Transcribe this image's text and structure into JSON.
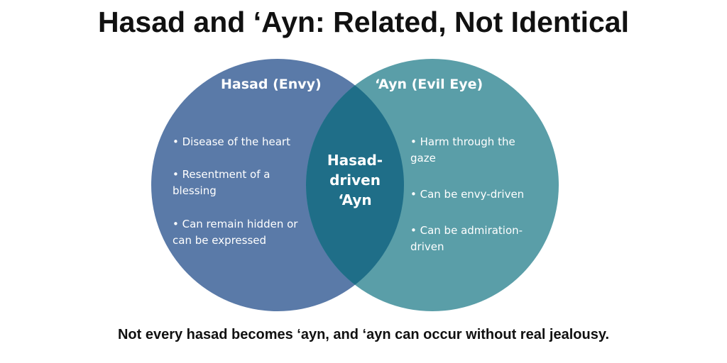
{
  "title": "Hasad and ‘Ayn: Related, Not Identical",
  "left": {
    "heading": "Hasad (Envy)",
    "items": [
      "• Disease of the heart",
      "• Resentment of a blessing",
      "• Can remain hidden or can be expressed"
    ],
    "color": "#5a7aa8"
  },
  "right": {
    "heading": "‘Ayn (Evil Eye)",
    "items": [
      "• Harm through the gaze",
      "• Can be envy-driven",
      "• Can be admiration-driven"
    ],
    "color": "#5a9ea8"
  },
  "overlap": {
    "label": "Hasad-driven ‘Ayn",
    "line1": "Hasad-",
    "line2": "driven",
    "line3": "‘Ayn",
    "color": "#1f6e88"
  },
  "footer": "Not every hasad becomes ‘ayn, and ‘ayn can occur without real jealousy."
}
